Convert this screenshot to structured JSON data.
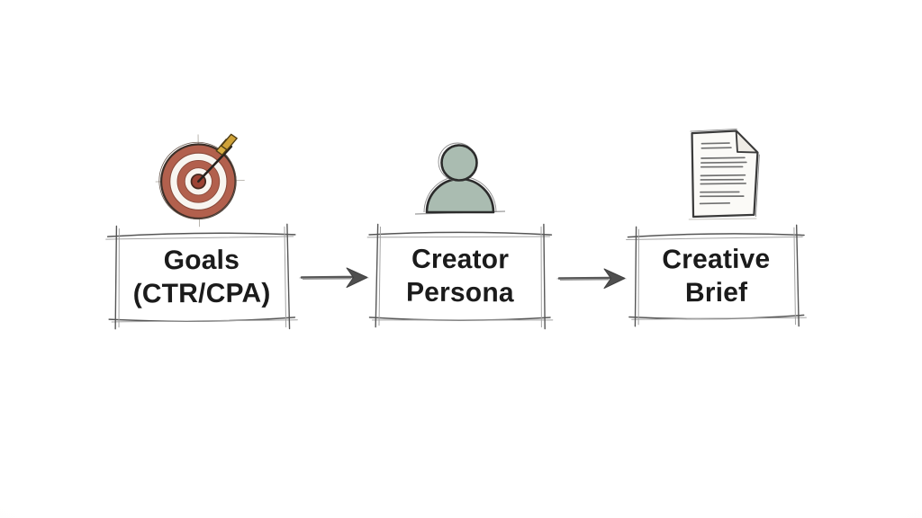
{
  "diagram": {
    "type": "flowchart",
    "direction": "left-to-right",
    "nodes": [
      {
        "id": "goals",
        "icon": "target-icon",
        "label_line1": "Goals",
        "label_line2": "(CTR/CPA)"
      },
      {
        "id": "creator-persona",
        "icon": "person-icon",
        "label_line1": "Creator",
        "label_line2": "Persona"
      },
      {
        "id": "creative-brief",
        "icon": "document-icon",
        "label_line1": "Creative",
        "label_line2": "Brief"
      }
    ],
    "connectors": [
      {
        "from": "goals",
        "to": "creator-persona",
        "style": "arrow-right"
      },
      {
        "from": "creator-persona",
        "to": "creative-brief",
        "style": "arrow-right"
      }
    ],
    "colors": {
      "text": "#1b1b1b",
      "sketch_ink": "#565656",
      "sketch_light": "#a3a3a3",
      "arrow": "#4f4f4f",
      "target_red": "#b2604d",
      "target_center": "#9c4233",
      "fletching_gold": "#d9ad42",
      "person_fill": "#aabcb1",
      "paper_fill": "#fbfaf7"
    }
  }
}
